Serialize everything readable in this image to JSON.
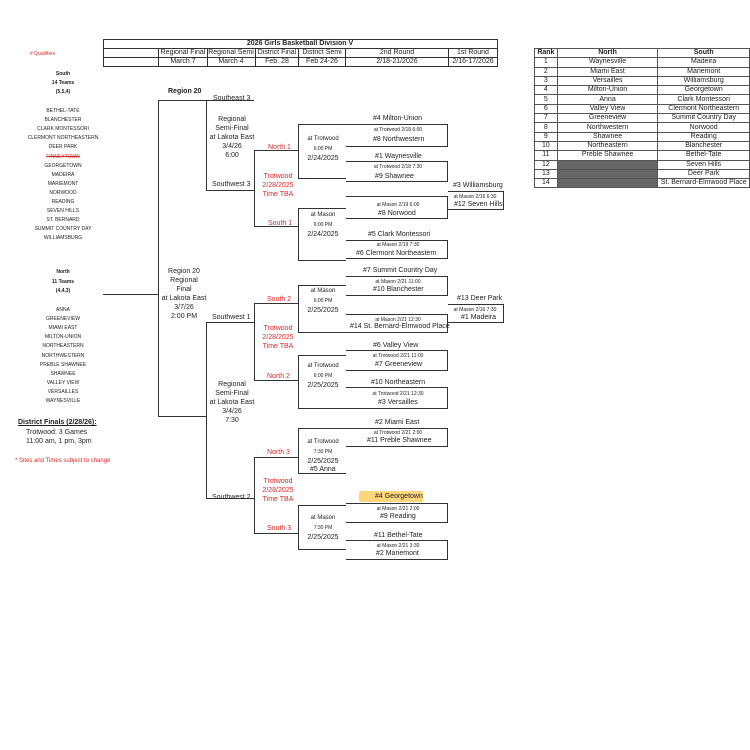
{
  "title": "2026 Girls Basketball Division V",
  "qualifiers_label": "# Qualifiers",
  "rounds": [
    {
      "name": "Regional Final",
      "date": "March 7"
    },
    {
      "name": "Regional Semi",
      "date": "March 4"
    },
    {
      "name": "District Final",
      "date": "Feb. 28"
    },
    {
      "name": "District Semi",
      "date": "Feb 24-26"
    },
    {
      "name": "2nd Round",
      "date": "2/18-21/2026"
    },
    {
      "name": "1st Round",
      "date": "2/16-17/2026"
    }
  ],
  "south": {
    "heading": "South",
    "teams_count": "14 Teams",
    "split": "(5,5,4)",
    "teams": [
      "BETHEL-TATE",
      "BLANCHESTER",
      "CLARK MONTESSORI",
      "CLERMONT NORTHEASTERN",
      "DEER PARK",
      "FINNEYTOWN",
      "GEORGETOWN",
      "MADEIRA",
      "MARIEMONT",
      "NORWOOD",
      "READING",
      "SEVEN HILLS",
      "ST. BERNARD",
      "SUMMIT COUNTRY DAY",
      "WILLIAMSBURG"
    ]
  },
  "north": {
    "heading": "North",
    "teams_count": "11 Teams",
    "split": "(4,4,3)",
    "teams": [
      "ANNA",
      "GREENEVIEW",
      "MIAMI EAST",
      "MILTON-UNION",
      "NORTHEASTERN",
      "NORTHWESTERN",
      "PREBLE SHAWNEE",
      "SHAWNEE",
      "VALLEY VIEW",
      "VERSAILLES",
      "WAYNESVILLE"
    ]
  },
  "district_finals": {
    "title": "District Finals (2/28/26):",
    "line1": "Trotwood: 3 Games",
    "line2": "11:00 am, 1 pm, 3pm"
  },
  "note": "* Sites and Times subject to change",
  "region_label": "Region 20",
  "regional_final": {
    "l1": "Region 20",
    "l2": "Regional",
    "l3": "Final",
    "l4": "at Lakota East",
    "l5": "3/7/26",
    "l6": "2:00 PM"
  },
  "semi_top": {
    "l1": "Regional",
    "l2": "Semi-Final",
    "l3": "at Lakota East",
    "l4": "3/4/26",
    "l5": "6:00"
  },
  "semi_bot": {
    "l1": "Regional",
    "l2": "Semi-Final",
    "l3": "at Lakota East",
    "l4": "3/4/26",
    "l5": "7:30"
  },
  "district_labels": {
    "southeast3": "Southeast 3",
    "southwest3": "Southwest 3",
    "southwest1": "Southwest 1",
    "southwest2": "Southwest 2"
  },
  "trotwood": {
    "l1": "Trotwood",
    "l2": "2/28/2025",
    "l3": "Time TBA"
  },
  "site_labels": {
    "north1": "North 1",
    "south1": "South 1",
    "south2": "South 2",
    "north2": "North 2",
    "north3": "North 3",
    "south3": "South 3"
  },
  "district_semis": [
    {
      "site": "at Trotwood",
      "time": "6:00 PM",
      "date": "2/24/2025"
    },
    {
      "site": "at Mason",
      "time": "6:00 PM",
      "date": "2/24/2025"
    },
    {
      "site": "at Mason",
      "time": "6:00 PM",
      "date": "2/25/2025"
    },
    {
      "site": "at Trotwood",
      "time": "6:00 PM",
      "date": "2/25/2025"
    },
    {
      "site": "at Trotwood",
      "time": "7:30 PM",
      "date": "2/25/2025",
      "extra": "#5 Anna"
    },
    {
      "site": "at Mason",
      "time": "7:30 PM",
      "date": "2/25/2025"
    }
  ],
  "second_round": [
    {
      "top": "#4 Milton-Union",
      "info": "at Trotwood  2/18  6:00",
      "bot": "#8 Northwestern"
    },
    {
      "top": "#1 Waynesville",
      "info": "at Trotwood  2/18  7:30",
      "bot": "#9 Shawnee"
    },
    {
      "top": "#8 Norwood",
      "info": "at Mason  2/19  6:00",
      "bot": "",
      "top_info_first": true
    },
    {
      "top": "#5 Clark Montessori",
      "info": "at Mason  2/19  7:30",
      "bot": "#6 Clermont Northeastern"
    },
    {
      "top": "#7 Summit Country Day",
      "info": "at Mason  2/21  11:00",
      "bot": "#10 Blanchester"
    },
    {
      "top": "",
      "info": "at Mason  2/21  12:30",
      "bot": "#14 St. Bernard-Elmwood Place"
    },
    {
      "top": "#6 Valley View",
      "info": "at Trotwood  2/21  11:00",
      "bot": "#7 Greeneview"
    },
    {
      "top": "",
      "info": "at Trotwood  2/21  12:30",
      "bot": "#3 Versailles"
    },
    {
      "top": "#2 Miami East",
      "info": "at Trotwood  2/21  2:00",
      "bot": "#11 Preble Shawnee"
    },
    {
      "top": "#4 Georgetown",
      "info": "at Mason  2/21  2:00",
      "bot": "#9 Reading"
    },
    {
      "top": "#11 Bethel-Tate",
      "info": "at Mason  2/21  3:30",
      "bot": "#2 Mariemont"
    },
    {
      "top": "#10 Northeastern",
      "info": "",
      "bot": ""
    }
  ],
  "first_round": [
    {
      "top": "#3 Williamsburg",
      "info": "at Mason  2/16  6:30",
      "bot": "#12 Seven Hills"
    },
    {
      "top": "#13 Deer Park",
      "info": "at Mason  2/16  7:30",
      "bot": "#1 Madeira"
    }
  ],
  "rank_table": {
    "headers": [
      "Rank",
      "North",
      "South"
    ],
    "rows": [
      [
        "1",
        "Waynesville",
        "Madeira"
      ],
      [
        "2",
        "Miami East",
        "Mariemont"
      ],
      [
        "3",
        "Versailles",
        "Williamsburg"
      ],
      [
        "4",
        "Milton-Union",
        "Georgetown"
      ],
      [
        "5",
        "Anna",
        "Clark Montessori"
      ],
      [
        "6",
        "Valley View",
        "Clermont Northeastern"
      ],
      [
        "7",
        "Greeneview",
        "Summit Country Day"
      ],
      [
        "8",
        "Northwestern",
        "Norwood"
      ],
      [
        "9",
        "Shawnee",
        "Reading"
      ],
      [
        "10",
        "Northeastern",
        "Blanchester"
      ],
      [
        "11",
        "Preble Shawnee",
        "Bethel-Tate"
      ],
      [
        "12",
        "",
        "Seven Hills"
      ],
      [
        "13",
        "",
        "Deer Park"
      ],
      [
        "14",
        "",
        "St. Bernard-Elmwood Place"
      ]
    ]
  }
}
